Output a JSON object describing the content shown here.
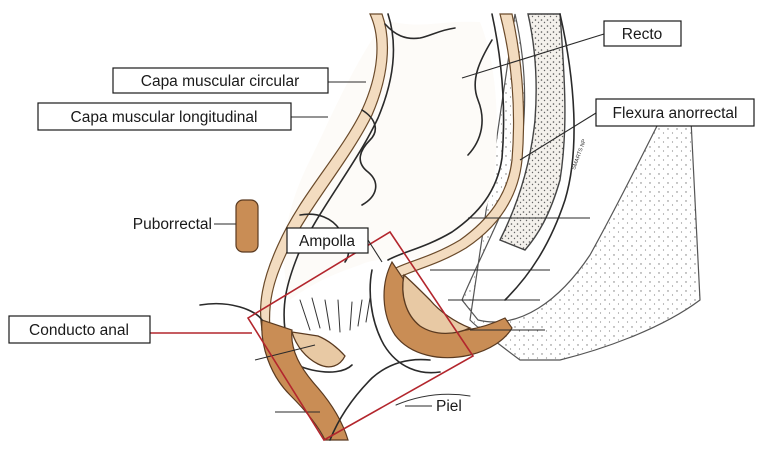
{
  "labels": {
    "recto": "Recto",
    "capa_circular": "Capa muscular circular",
    "capa_longitudinal": "Capa muscular longitudinal",
    "flexura": "Flexura anorrectal",
    "puborrectal": "Puborrectal",
    "ampolla": "Ampolla",
    "conducto_anal": "Conducto anal",
    "piel": "Piel",
    "signature": "SMARTS NP"
  },
  "colors": {
    "highlight": "#b3262d",
    "muscle_light": "#e8c9a4",
    "muscle_dark": "#c98d55",
    "line": "#2a2a2a"
  }
}
